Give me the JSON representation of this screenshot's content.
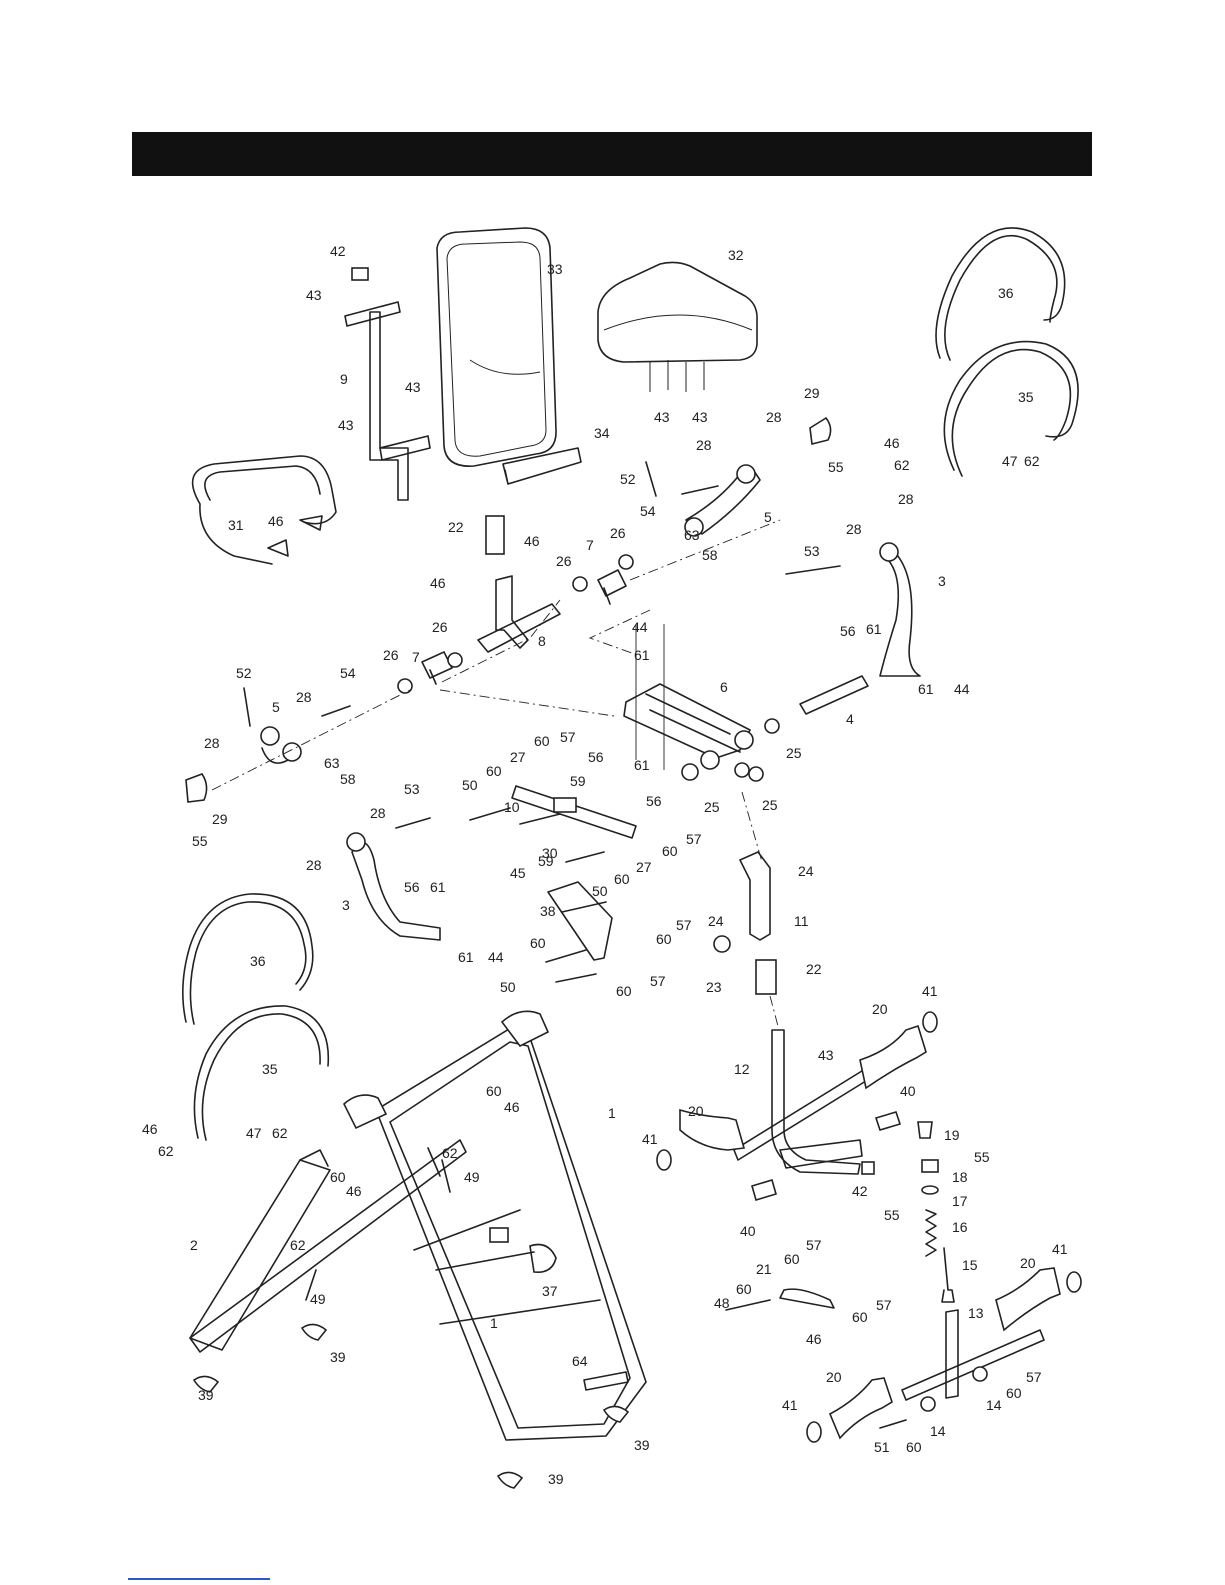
{
  "banner": {
    "title": ""
  },
  "diagram": {
    "callouts": [
      {
        "id": "c-42-top",
        "text": "42"
      },
      {
        "id": "c-43-a",
        "text": "43"
      },
      {
        "id": "c-33",
        "text": "33"
      },
      {
        "id": "c-32",
        "text": "32"
      },
      {
        "id": "c-36-top",
        "text": "36"
      },
      {
        "id": "c-9",
        "text": "9"
      },
      {
        "id": "c-43-b",
        "text": "43"
      },
      {
        "id": "c-43-c",
        "text": "43"
      },
      {
        "id": "c-43-d",
        "text": "43"
      },
      {
        "id": "c-43-e",
        "text": "43"
      },
      {
        "id": "c-29-top",
        "text": "29"
      },
      {
        "id": "c-35-top",
        "text": "35"
      },
      {
        "id": "c-34",
        "text": "34"
      },
      {
        "id": "c-28-a",
        "text": "28"
      },
      {
        "id": "c-28-b",
        "text": "28"
      },
      {
        "id": "c-55-top",
        "text": "55"
      },
      {
        "id": "c-46-r",
        "text": "46"
      },
      {
        "id": "c-62-r",
        "text": "62"
      },
      {
        "id": "c-47-r",
        "text": "47"
      },
      {
        "id": "c-62-r2",
        "text": "62"
      },
      {
        "id": "c-52-top",
        "text": "52"
      },
      {
        "id": "c-54-top",
        "text": "54"
      },
      {
        "id": "c-5-top",
        "text": "5"
      },
      {
        "id": "c-46-31",
        "text": "46"
      },
      {
        "id": "c-31",
        "text": "31"
      },
      {
        "id": "c-22-top",
        "text": "22"
      },
      {
        "id": "c-28-r",
        "text": "28"
      },
      {
        "id": "c-28-r2",
        "text": "28"
      },
      {
        "id": "c-46-8",
        "text": "46"
      },
      {
        "id": "c-26-a",
        "text": "26"
      },
      {
        "id": "c-26-b",
        "text": "26"
      },
      {
        "id": "c-7-top",
        "text": "7"
      },
      {
        "id": "c-63-top",
        "text": "63"
      },
      {
        "id": "c-58-top",
        "text": "58"
      },
      {
        "id": "c-53-r",
        "text": "53"
      },
      {
        "id": "c-3-r",
        "text": "3"
      },
      {
        "id": "c-46-8b",
        "text": "46"
      },
      {
        "id": "c-26-c",
        "text": "26"
      },
      {
        "id": "c-8",
        "text": "8"
      },
      {
        "id": "c-44-top",
        "text": "44"
      },
      {
        "id": "c-61-a",
        "text": "61"
      },
      {
        "id": "c-56-r",
        "text": "56"
      },
      {
        "id": "c-61-r",
        "text": "61"
      },
      {
        "id": "c-52-l",
        "text": "52"
      },
      {
        "id": "c-54-l",
        "text": "54"
      },
      {
        "id": "c-26-d",
        "text": "26"
      },
      {
        "id": "c-7-l",
        "text": "7"
      },
      {
        "id": "c-6",
        "text": "6"
      },
      {
        "id": "c-61-r2",
        "text": "61"
      },
      {
        "id": "c-44-r",
        "text": "44"
      },
      {
        "id": "c-5-l",
        "text": "5"
      },
      {
        "id": "c-28-l",
        "text": "28"
      },
      {
        "id": "c-4",
        "text": "4"
      },
      {
        "id": "c-25-a",
        "text": "25"
      },
      {
        "id": "c-57-a",
        "text": "57"
      },
      {
        "id": "c-60-a",
        "text": "60"
      },
      {
        "id": "c-27-a",
        "text": "27"
      },
      {
        "id": "c-28-l2",
        "text": "28"
      },
      {
        "id": "c-63-l",
        "text": "63"
      },
      {
        "id": "c-58-l",
        "text": "58"
      },
      {
        "id": "c-61-b",
        "text": "61"
      },
      {
        "id": "c-56-a",
        "text": "56"
      },
      {
        "id": "c-60-b",
        "text": "60"
      },
      {
        "id": "c-59-a",
        "text": "59"
      },
      {
        "id": "c-50-a",
        "text": "50"
      },
      {
        "id": "c-10",
        "text": "10"
      },
      {
        "id": "c-29-l",
        "text": "29"
      },
      {
        "id": "c-55-l",
        "text": "55"
      },
      {
        "id": "c-53-l",
        "text": "53"
      },
      {
        "id": "c-56-b",
        "text": "56"
      },
      {
        "id": "c-25-b",
        "text": "25"
      },
      {
        "id": "c-25-c",
        "text": "25"
      },
      {
        "id": "c-28-l3",
        "text": "28"
      },
      {
        "id": "c-30",
        "text": "30"
      },
      {
        "id": "c-57-b",
        "text": "57"
      },
      {
        "id": "c-28-l4",
        "text": "28"
      },
      {
        "id": "c-45",
        "text": "45"
      },
      {
        "id": "c-59-b",
        "text": "59"
      },
      {
        "id": "c-60-c",
        "text": "60"
      },
      {
        "id": "c-27-b",
        "text": "27"
      },
      {
        "id": "c-24-a",
        "text": "24"
      },
      {
        "id": "c-60-d",
        "text": "60"
      },
      {
        "id": "c-50-b",
        "text": "50"
      },
      {
        "id": "c-56-l",
        "text": "56"
      },
      {
        "id": "c-61-l",
        "text": "61"
      },
      {
        "id": "c-3-l",
        "text": "3"
      },
      {
        "id": "c-24-b",
        "text": "24"
      },
      {
        "id": "c-11",
        "text": "11"
      },
      {
        "id": "c-38",
        "text": "38"
      },
      {
        "id": "c-57-c",
        "text": "57"
      },
      {
        "id": "c-61-l2",
        "text": "61"
      },
      {
        "id": "c-44-l",
        "text": "44"
      },
      {
        "id": "c-60-e",
        "text": "60"
      },
      {
        "id": "c-60-f",
        "text": "60"
      },
      {
        "id": "c-36-l",
        "text": "36"
      },
      {
        "id": "c-23",
        "text": "23"
      },
      {
        "id": "c-22-b",
        "text": "22"
      },
      {
        "id": "c-57-d",
        "text": "57"
      },
      {
        "id": "c-50-c",
        "text": "50"
      },
      {
        "id": "c-60-g",
        "text": "60"
      },
      {
        "id": "c-20-a",
        "text": "20"
      },
      {
        "id": "c-41-a",
        "text": "41"
      },
      {
        "id": "c-43-f",
        "text": "43"
      },
      {
        "id": "c-35-l",
        "text": "35"
      },
      {
        "id": "c-12",
        "text": "12"
      },
      {
        "id": "c-40-a",
        "text": "40"
      },
      {
        "id": "c-60-h",
        "text": "60"
      },
      {
        "id": "c-46-l",
        "text": "46"
      },
      {
        "id": "c-1-a",
        "text": "1"
      },
      {
        "id": "c-46-l2",
        "text": "46"
      },
      {
        "id": "c-62-l",
        "text": "62"
      },
      {
        "id": "c-47-l",
        "text": "47"
      },
      {
        "id": "c-62-l2",
        "text": "62"
      },
      {
        "id": "c-20-b",
        "text": "20"
      },
      {
        "id": "c-62-c",
        "text": "62"
      },
      {
        "id": "c-41-b",
        "text": "41"
      },
      {
        "id": "c-19",
        "text": "19"
      },
      {
        "id": "c-49-a",
        "text": "49"
      },
      {
        "id": "c-55-b",
        "text": "55"
      },
      {
        "id": "c-60-i",
        "text": "60"
      },
      {
        "id": "c-46-m",
        "text": "46"
      },
      {
        "id": "c-42-b",
        "text": "42"
      },
      {
        "id": "c-18",
        "text": "18"
      },
      {
        "id": "c-55-c",
        "text": "55"
      },
      {
        "id": "c-17",
        "text": "17"
      },
      {
        "id": "c-40-b",
        "text": "40"
      },
      {
        "id": "c-16",
        "text": "16"
      },
      {
        "id": "c-2",
        "text": "2"
      },
      {
        "id": "c-62-d",
        "text": "62"
      },
      {
        "id": "c-57-e",
        "text": "57"
      },
      {
        "id": "c-60-j",
        "text": "60"
      },
      {
        "id": "c-41-c",
        "text": "41"
      },
      {
        "id": "c-21",
        "text": "21"
      },
      {
        "id": "c-15",
        "text": "15"
      },
      {
        "id": "c-20-c",
        "text": "20"
      },
      {
        "id": "c-37",
        "text": "37"
      },
      {
        "id": "c-49-b",
        "text": "49"
      },
      {
        "id": "c-48",
        "text": "48"
      },
      {
        "id": "c-60-k",
        "text": "60"
      },
      {
        "id": "c-57-f",
        "text": "57"
      },
      {
        "id": "c-60-l",
        "text": "60"
      },
      {
        "id": "c-39-a",
        "text": "39"
      },
      {
        "id": "c-46-n",
        "text": "46"
      },
      {
        "id": "c-13",
        "text": "13"
      },
      {
        "id": "c-1-b",
        "text": "1"
      },
      {
        "id": "c-64",
        "text": "64"
      },
      {
        "id": "c-20-d",
        "text": "20"
      },
      {
        "id": "c-57-g",
        "text": "57"
      },
      {
        "id": "c-39-b",
        "text": "39"
      },
      {
        "id": "c-14-a",
        "text": "14"
      },
      {
        "id": "c-60-m",
        "text": "60"
      },
      {
        "id": "c-41-d",
        "text": "41"
      },
      {
        "id": "c-39-c",
        "text": "39"
      },
      {
        "id": "c-14-b",
        "text": "14"
      },
      {
        "id": "c-51",
        "text": "51"
      },
      {
        "id": "c-60-n",
        "text": "60"
      },
      {
        "id": "c-39-d",
        "text": "39"
      }
    ]
  }
}
